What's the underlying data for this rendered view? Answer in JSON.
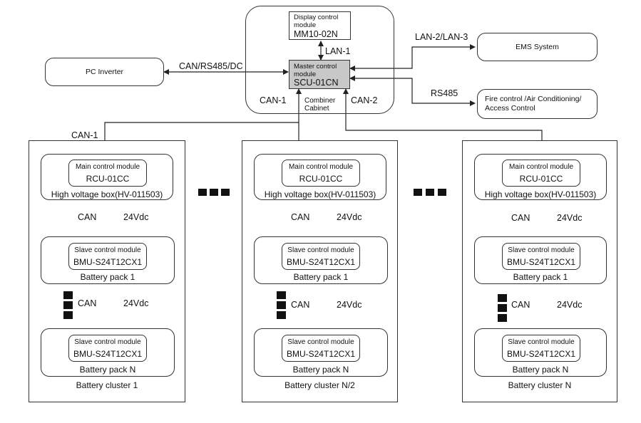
{
  "combiner": {
    "label_line1": "Combiner",
    "label_line2": "Cabinet",
    "display_module": {
      "line1": "Display control",
      "line2": "module",
      "model": "MM10-02N"
    },
    "master_module": {
      "line1": "Master control",
      "line2": "module",
      "model": "SCU-01CN"
    }
  },
  "links": {
    "lan1": "LAN-1",
    "lan23": "LAN-2/LAN-3",
    "rs485": "RS485",
    "can_rs485_dc": "CAN/RS485/DC",
    "can1": "CAN-1",
    "can2": "CAN-2",
    "can1_bus": "CAN-1"
  },
  "external": {
    "pc_inverter": "PC Inverter",
    "ems": "EMS System",
    "fire_line1": "Fire control /Air Conditioning/",
    "fire_line2": "Access Control"
  },
  "clusters": [
    {
      "main_module_label": "Main control module",
      "main_module_model": "RCU-01CC",
      "hv_box": "High voltage box(HV-011503)",
      "can": "CAN",
      "vdc": "24Vdc",
      "pack1_module_label": "Slave control module",
      "pack1_model": "BMU-S24T12CX1",
      "pack1_name": "Battery pack 1",
      "mid_can": "CAN",
      "mid_vdc": "24Vdc",
      "packN_module_label": "Slave control module",
      "packN_model": "BMU-S24T12CX1",
      "packN_name": "Battery pack N",
      "cluster_name": "Battery cluster 1"
    },
    {
      "main_module_label": "Main control module",
      "main_module_model": "RCU-01CC",
      "hv_box": "High voltage box(HV-011503)",
      "can": "CAN",
      "vdc": "24Vdc",
      "pack1_module_label": "Slave control module",
      "pack1_model": "BMU-S24T12CX1",
      "pack1_name": "Battery pack 1",
      "mid_can": "CAN",
      "mid_vdc": "24Vdc",
      "packN_module_label": "Slave control module",
      "packN_model": "BMU-S24T12CX1",
      "packN_name": "Battery pack N",
      "cluster_name": "Battery cluster N/2"
    },
    {
      "main_module_label": "Main control module",
      "main_module_model": "RCU-01CC",
      "hv_box": "High voltage box(HV-011503)",
      "can": "CAN",
      "vdc": "24Vdc",
      "pack1_module_label": "Slave control module",
      "pack1_model": "BMU-S24T12CX1",
      "pack1_name": "Battery pack 1",
      "mid_can": "CAN",
      "mid_vdc": "24Vdc",
      "packN_module_label": "Slave control module",
      "packN_model": "BMU-S24T12CX1",
      "packN_name": "Battery pack N",
      "cluster_name": "Battery cluster N"
    }
  ],
  "colors": {
    "master_fill": "#c8c8c8",
    "line": "#333333"
  }
}
